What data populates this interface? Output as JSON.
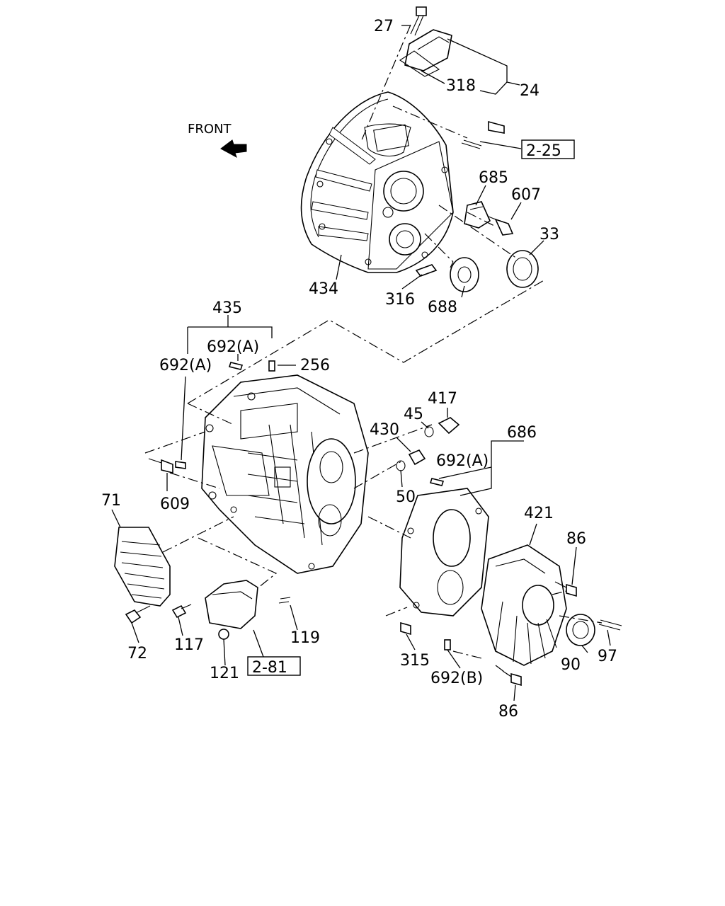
{
  "front_label": "FRONT",
  "ref_boxes": {
    "r225": "2-25",
    "r281": "2-81"
  },
  "labels": {
    "p27": "27",
    "p318": "318",
    "p24": "24",
    "p685": "685",
    "p607": "607",
    "p33": "33",
    "p434": "434",
    "p316": "316",
    "p688": "688",
    "p435": "435",
    "p692a_top": "692(A)",
    "p692a_left": "692(A)",
    "p256": "256",
    "p417": "417",
    "p45": "45",
    "p430": "430",
    "p686": "686",
    "p692a_mid": "692(A)",
    "p50": "50",
    "p609": "609",
    "p71": "71",
    "p421": "421",
    "p86_top": "86",
    "p72": "72",
    "p117": "117",
    "p119": "119",
    "p121": "121",
    "p315": "315",
    "p692b": "692(B)",
    "p90": "90",
    "p97": "97",
    "p86_bot": "86"
  }
}
